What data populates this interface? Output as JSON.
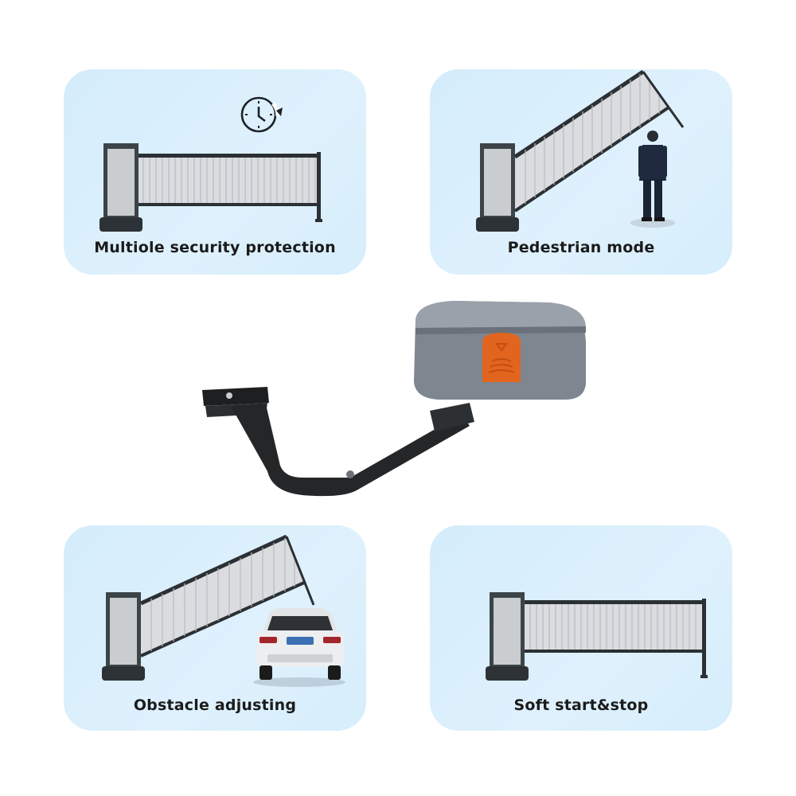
{
  "features": [
    {
      "id": "security",
      "label": "Multiole security protection",
      "icon": "clock-icon"
    },
    {
      "id": "pedestrian",
      "label": "Pedestrian mode",
      "icon": "person-icon"
    },
    {
      "id": "obstacle",
      "label": "Obstacle adjusting",
      "icon": "car-icon"
    },
    {
      "id": "soft",
      "label": "Soft start&stop",
      "icon": "gate-icon"
    }
  ],
  "colors": {
    "card_bg": "#d8eefc",
    "post": "#3c4449",
    "panel": "#c9cdd0",
    "slats": "#d9dcde",
    "motor_body": "#7e8690",
    "motor_button": "#e2651f",
    "arm": "#222222"
  }
}
